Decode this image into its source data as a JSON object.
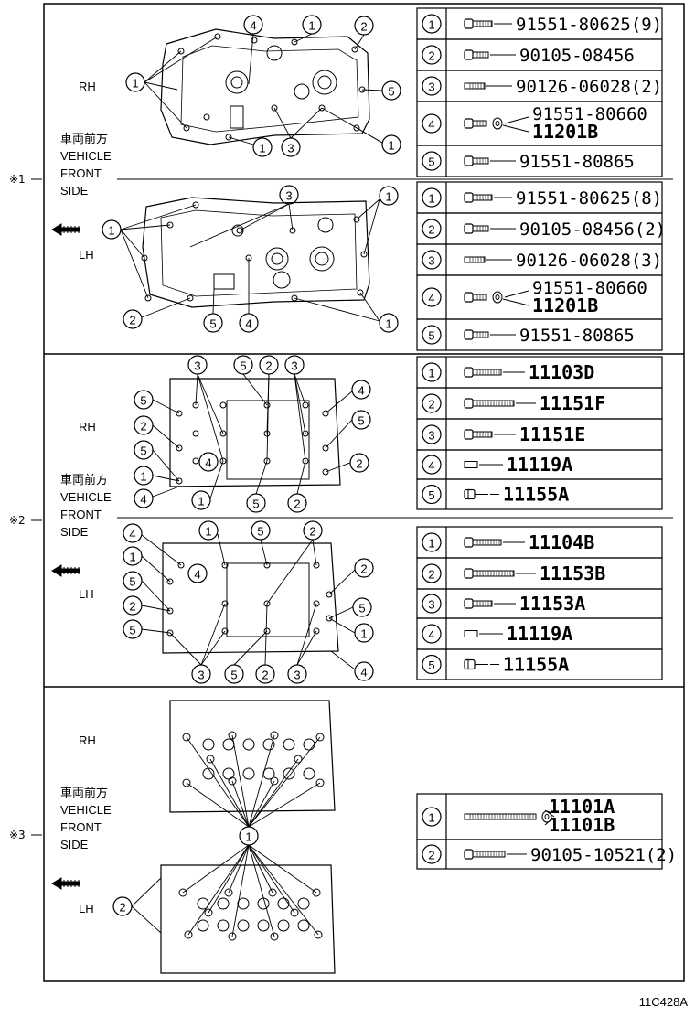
{
  "figure_code": "11C428A",
  "sections": [
    {
      "mark": "※1",
      "front_label": [
        "車両前方",
        "VEHICLE",
        "FRONT",
        "SIDE"
      ],
      "rh": {
        "side": "RH",
        "parts": [
          {
            "callout": "1",
            "lines": [
              "91551-80625(9)"
            ]
          },
          {
            "callout": "2",
            "lines": [
              "90105-08456"
            ]
          },
          {
            "callout": "3",
            "lines": [
              "90126-06028(2)"
            ]
          },
          {
            "callout": "4",
            "lines": [
              "91551-80660",
              "11201B"
            ]
          },
          {
            "callout": "5",
            "lines": [
              "91551-80865"
            ]
          }
        ]
      },
      "lh": {
        "side": "LH",
        "parts": [
          {
            "callout": "1",
            "lines": [
              "91551-80625(8)"
            ]
          },
          {
            "callout": "2",
            "lines": [
              "90105-08456(2)"
            ]
          },
          {
            "callout": "3",
            "lines": [
              "90126-06028(3)"
            ]
          },
          {
            "callout": "4",
            "lines": [
              "91551-80660",
              "11201B"
            ]
          },
          {
            "callout": "5",
            "lines": [
              "91551-80865"
            ]
          }
        ]
      }
    },
    {
      "mark": "※2",
      "front_label": [
        "車両前方",
        "VEHICLE",
        "FRONT",
        "SIDE"
      ],
      "rh": {
        "side": "RH",
        "parts": [
          {
            "callout": "1",
            "lines": [
              "11103D"
            ]
          },
          {
            "callout": "2",
            "lines": [
              "11151F"
            ]
          },
          {
            "callout": "3",
            "lines": [
              "11151E"
            ]
          },
          {
            "callout": "4",
            "lines": [
              "11119A"
            ]
          },
          {
            "callout": "5",
            "lines": [
              "11155A"
            ]
          }
        ]
      },
      "lh": {
        "side": "LH",
        "parts": [
          {
            "callout": "1",
            "lines": [
              "11104B"
            ]
          },
          {
            "callout": "2",
            "lines": [
              "11153B"
            ]
          },
          {
            "callout": "3",
            "lines": [
              "11153A"
            ]
          },
          {
            "callout": "4",
            "lines": [
              "11119A"
            ]
          },
          {
            "callout": "5",
            "lines": [
              "11155A"
            ]
          }
        ]
      }
    },
    {
      "mark": "※3",
      "front_label": [
        "車両前方",
        "VEHICLE",
        "FRONT",
        "SIDE"
      ],
      "rh": {
        "side": "RH"
      },
      "lh": {
        "side": "LH"
      },
      "parts": [
        {
          "callout": "1",
          "lines": [
            "11101A",
            "11101B"
          ]
        },
        {
          "callout": "2",
          "lines": [
            "90105-10521(2)"
          ]
        }
      ]
    }
  ]
}
